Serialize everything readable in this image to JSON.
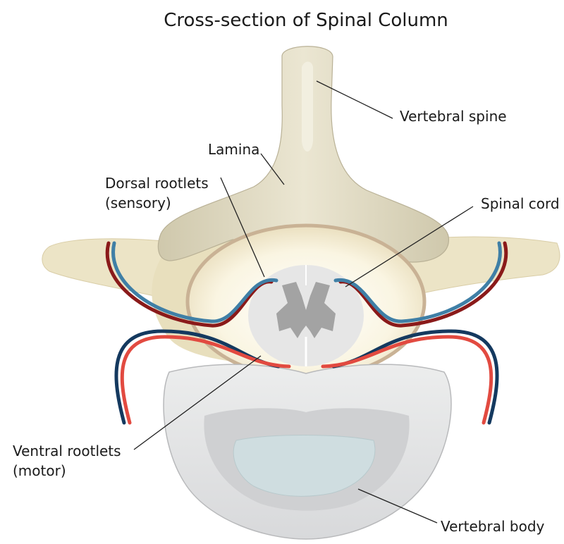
{
  "title": "Cross-section of Spinal Column",
  "labels": {
    "vertebral_spine": "Vertebral spine",
    "lamina": "Lamina",
    "dorsal_rootlets_line1": "Dorsal rootlets",
    "dorsal_rootlets_line2": "(sensory)",
    "spinal_cord": "Spinal cord",
    "ventral_rootlets_line1": "Ventral rootlets",
    "ventral_rootlets_line2": "(motor)",
    "vertebral_body": "Vertebral body"
  },
  "colors": {
    "bone": "#ece4c6",
    "bone_edge": "#cdbf96",
    "spine_bone": "#ddd6bc",
    "canal_ring": "#c9b295",
    "cord_white": "#e8e8e8",
    "cord_grey": "#a3a3a3",
    "vertebral_body": "#e3e4e6",
    "vertebral_body_inner": "#cfd0d2",
    "vertebral_body_core": "#cfdde0",
    "sensory_blue": "#3f7fa6",
    "sensory_dark": "#8a1a1a",
    "motor_red": "#e24a40",
    "motor_navy": "#14395f"
  },
  "icons": [
    "spinal-column-illustration"
  ]
}
